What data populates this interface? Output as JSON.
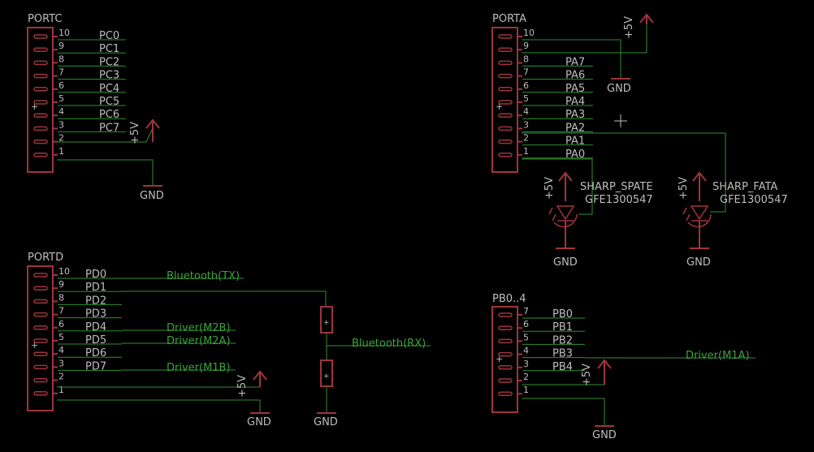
{
  "connectors": {
    "portc": {
      "title": "PORTC",
      "pins": [
        "10",
        "9",
        "8",
        "7",
        "6",
        "5",
        "4",
        "3",
        "2",
        "1"
      ],
      "nets": [
        "PC0",
        "PC1",
        "PC2",
        "PC3",
        "PC4",
        "PC5",
        "PC6",
        "PC7"
      ],
      "supply": "+5V",
      "ground": "GND"
    },
    "porta": {
      "title": "PORTA",
      "pins": [
        "10",
        "9",
        "8",
        "7",
        "6",
        "5",
        "4",
        "3",
        "2",
        "1"
      ],
      "nets": [
        "PA7",
        "PA6",
        "PA5",
        "PA4",
        "PA3",
        "PA2",
        "PA1",
        "PA0"
      ],
      "supply": "+5V",
      "ground": "GND"
    },
    "portd": {
      "title": "PORTD",
      "pins": [
        "10",
        "9",
        "8",
        "7",
        "6",
        "5",
        "4",
        "3",
        "2",
        "1"
      ],
      "nets": [
        "PD0",
        "PD1",
        "PD2",
        "PD3",
        "PD4",
        "PD5",
        "PD6",
        "PD7"
      ],
      "supply": "+5V",
      "ground": "GND"
    },
    "pb04": {
      "title": "PB0..4",
      "pins": [
        "7",
        "6",
        "5",
        "4",
        "3",
        "2",
        "1"
      ],
      "nets": [
        "PB0",
        "PB1",
        "PB2",
        "PB3",
        "PB4"
      ],
      "supply": "+5V",
      "ground": "GND"
    }
  },
  "sensors": [
    {
      "name": "SHARP_SPATE",
      "value": "GFE1300547",
      "supply": "+5V",
      "ground": "GND"
    },
    {
      "name": "SHARP_FATA",
      "value": "GFE1300547",
      "supply": "+5V",
      "ground": "GND"
    }
  ],
  "net_labels": {
    "bt_tx": "Bluetooth(TX)",
    "bt_rx": "Bluetooth(RX)",
    "drv_m2b": "Driver(M2B)",
    "drv_m2a": "Driver(M2A)",
    "drv_m1b": "Driver(M1B)",
    "drv_m1a": "Driver(M1A)"
  },
  "divider": {
    "ground": "GND"
  },
  "colors": {
    "background": "#000000",
    "part": "#a1343b",
    "wire": "#2f8f2f",
    "net_label": "#3ca23c",
    "text": "#bdbdbd"
  }
}
